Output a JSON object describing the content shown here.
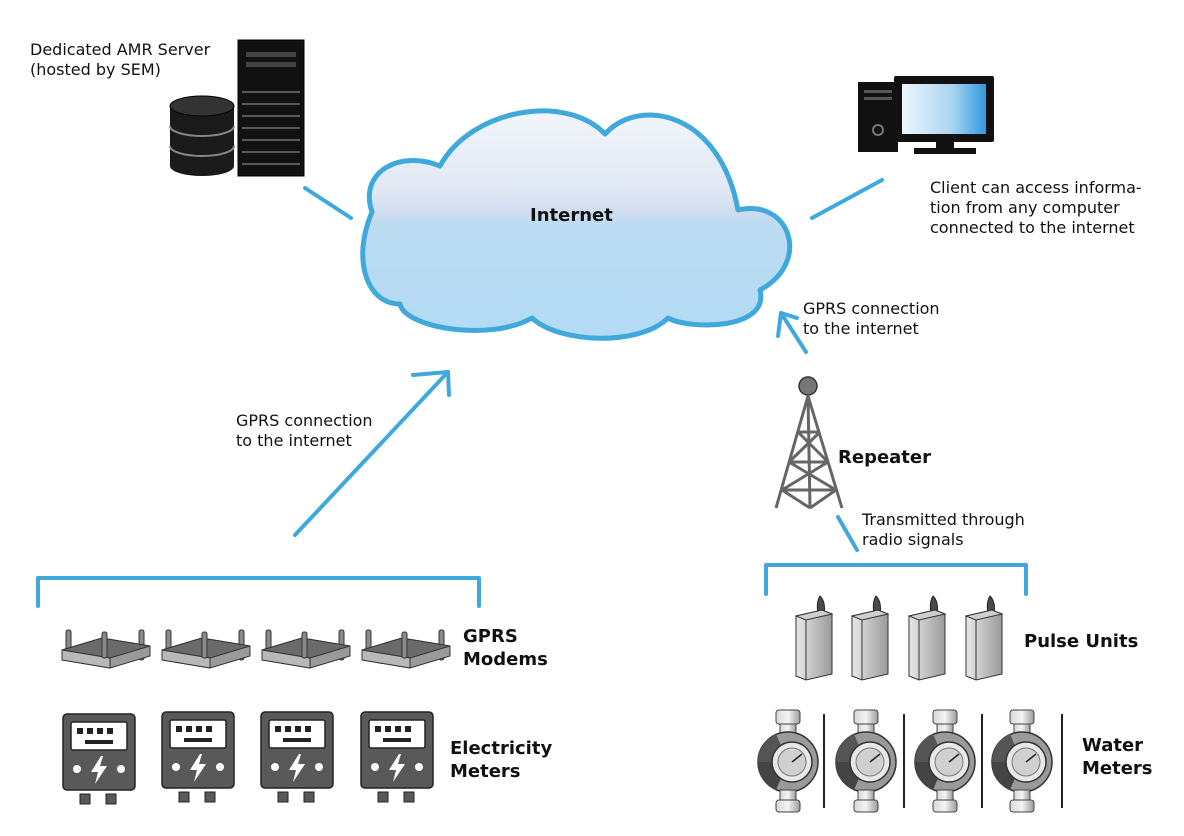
{
  "labels": {
    "server": "Dedicated AMR Server\n(hosted by SEM)",
    "internet": "Internet",
    "client": "Client can access informa-\ntion from any computer\nconnected to the internet",
    "gprs_right": "GPRS connection\nto the internet",
    "gprs_left": "GPRS connection\nto the internet",
    "repeater": "Repeater",
    "radio": "Transmitted through\nradio signals",
    "gprs_modems": "GPRS\nModems",
    "electricity_meters": "Electricity\nMeters",
    "pulse_units": "Pulse Units",
    "water_meters": "Water\nMeters"
  },
  "icons": {
    "server": "server-tower-icon",
    "database": "database-icon",
    "computer": "desktop-computer-icon",
    "cloud": "cloud-icon",
    "tower": "radio-tower-icon",
    "modem": "router-modem-icon",
    "electric_meter": "electricity-meter-icon",
    "pulse_unit": "pulse-unit-icon",
    "water_meter": "water-meter-icon"
  },
  "colors": {
    "connector": "#3FA9DC",
    "cloud_fill": "#BFE0F5",
    "device_gray": "#5A5A5A",
    "screen": "#3AA4E0"
  }
}
